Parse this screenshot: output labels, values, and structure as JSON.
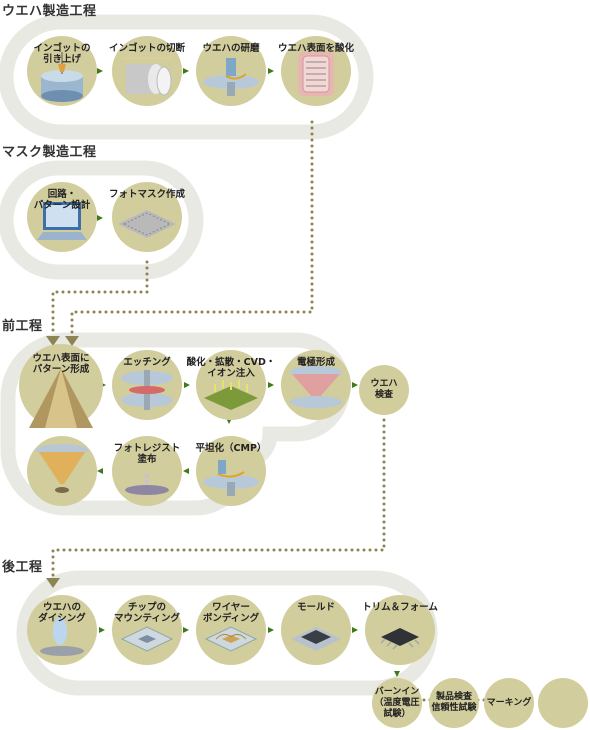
{
  "sections": {
    "wafer": "ウエハ製造工程",
    "mask": "マスク製造工程",
    "front": "前工程",
    "back": "後工程"
  },
  "wafer_steps": [
    "インゴットの\n引き上げ",
    "インゴットの切断",
    "ウエハの研磨",
    "ウエハ表面を酸化"
  ],
  "mask_steps": [
    "回路・\nパターン設計",
    "フォトマスク作成"
  ],
  "front_steps": [
    "ウエハ表面に\nパターン形成",
    "エッチング",
    "酸化・拡散・CVD・\nイオン注入",
    "電極形成",
    "ウエハ\n検査",
    "平坦化（CMP）",
    "フォトレジスト\n塗布"
  ],
  "back_steps": [
    "ウエハの\nダイシング",
    "チップの\nマウンティング",
    "ワイヤー\nボンディング",
    "モールド",
    "トリム＆フォーム"
  ],
  "final_steps": [
    "バーンイン\n（温度電圧\n試験）",
    "製品検査\n信頼性試験",
    "マーキング"
  ],
  "colors": {
    "track": "#e9e9e3",
    "node": "#d2cd9d",
    "arrow": "#3d7a19",
    "dots": "#8d8456"
  }
}
